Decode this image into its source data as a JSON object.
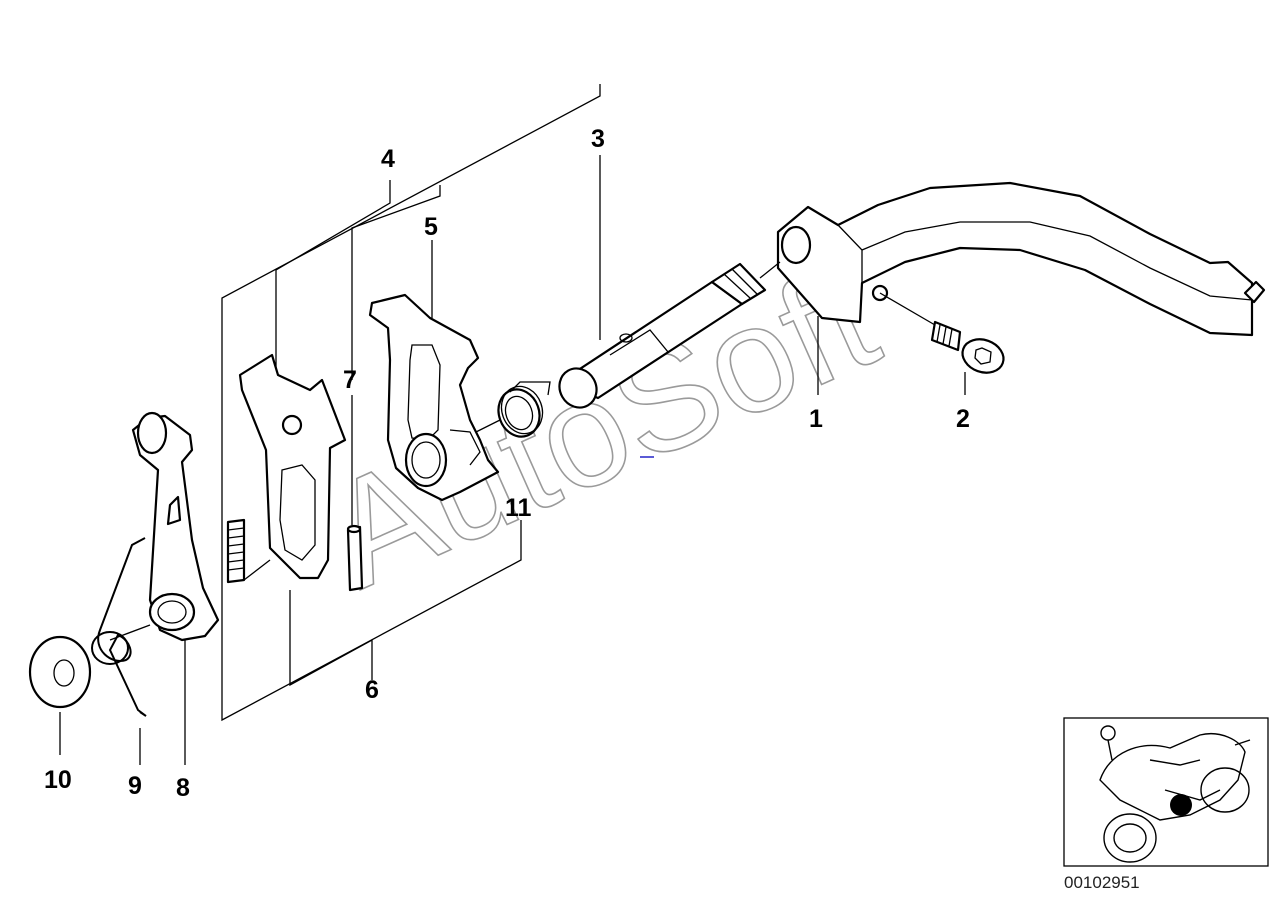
{
  "diagram": {
    "callouts": [
      {
        "id": "1",
        "label": "1"
      },
      {
        "id": "2",
        "label": "2"
      },
      {
        "id": "3",
        "label": "3"
      },
      {
        "id": "4",
        "label": "4"
      },
      {
        "id": "5",
        "label": "5"
      },
      {
        "id": "6",
        "label": "6"
      },
      {
        "id": "7",
        "label": "7"
      },
      {
        "id": "8",
        "label": "8"
      },
      {
        "id": "9",
        "label": "9"
      },
      {
        "id": "10",
        "label": "10"
      },
      {
        "id": "11",
        "label": "11"
      }
    ],
    "watermark": "AutoSoft",
    "image_code": "00102951"
  }
}
